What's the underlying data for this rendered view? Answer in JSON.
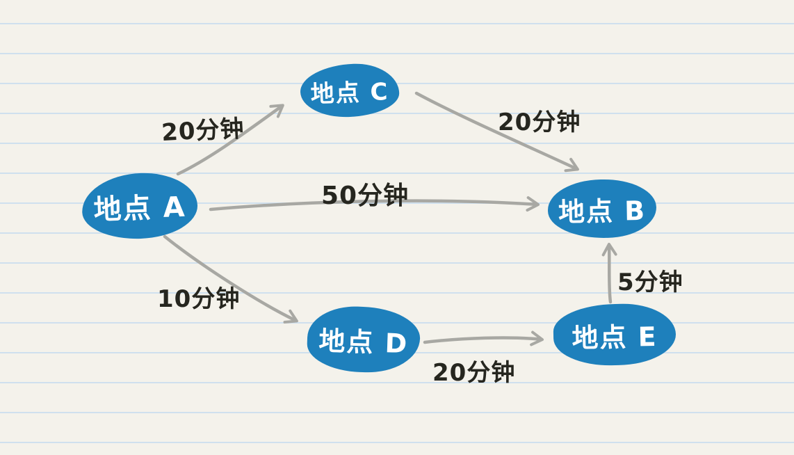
{
  "diagram": {
    "type": "graph",
    "style": "hand-drawn-notebook",
    "nodes": [
      {
        "id": "A",
        "label": "地点 A"
      },
      {
        "id": "C",
        "label": "地点 C"
      },
      {
        "id": "B",
        "label": "地点 B"
      },
      {
        "id": "D",
        "label": "地点 D"
      },
      {
        "id": "E",
        "label": "地点 E"
      }
    ],
    "edges": [
      {
        "from": "A",
        "to": "C",
        "label": "20分钟"
      },
      {
        "from": "C",
        "to": "B",
        "label": "20分钟"
      },
      {
        "from": "A",
        "to": "B",
        "label": "50分钟"
      },
      {
        "from": "A",
        "to": "D",
        "label": "10分钟"
      },
      {
        "from": "D",
        "to": "E",
        "label": "20分钟"
      },
      {
        "from": "E",
        "to": "B",
        "label": "5分钟"
      }
    ],
    "colors": {
      "paper_bg": "#f4f2eb",
      "ruled_line": "#cfe0ee",
      "node_fill": "#1e80bc",
      "node_text": "#ffffff",
      "arrow": "#a8a8a3",
      "edge_label": "#26261f"
    }
  }
}
